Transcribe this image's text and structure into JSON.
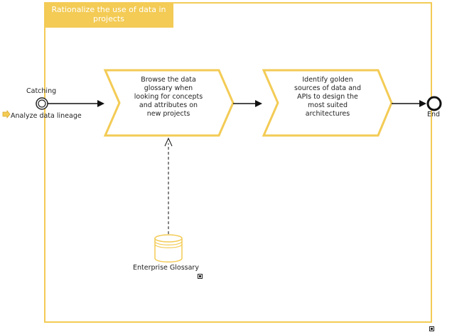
{
  "pool": {
    "title": "Rationalize the use of data in projects"
  },
  "events": {
    "start_label": "Catching",
    "start_link_label": "Analyze data lineage",
    "end_label": "End"
  },
  "tasks": [
    {
      "text": "Browse the data glossary when looking for concepts and attributes on new projects"
    },
    {
      "text": "Identify golden sources of data and APIs to design the most suited architectures"
    }
  ],
  "data_store": {
    "label": "Enterprise Glossary"
  },
  "colors": {
    "accent": "#f3cb55",
    "line": "#111111"
  },
  "icons": {
    "link_event_icon": "link-arrow-icon",
    "subprocess_marker_icon": "collapsed-marker-icon"
  }
}
